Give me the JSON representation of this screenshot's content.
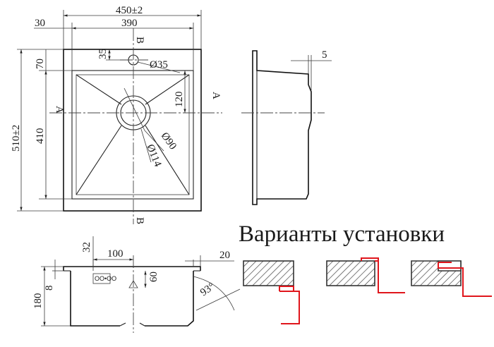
{
  "plan_view": {
    "dim_overall_width": "450±2",
    "dim_bowl_width": "390",
    "dim_flange_left": "30",
    "dim_tap_offset": "35",
    "dim_tap_hole": "Ø35",
    "dim_top_flange": "70",
    "dim_overall_depth": "510±2",
    "dim_bowl_depth": "410",
    "dim_drain_offset": "120",
    "dim_drain_inner": "Ø90",
    "dim_drain_outer": "Ø114",
    "section_mark": "B",
    "section_mark_side": "A"
  },
  "side_view": {
    "dim_rim": "5"
  },
  "section_view": {
    "dim_32": "32",
    "dim_100": "100",
    "dim_20": "20",
    "dim_180": "180",
    "dim_8": "8",
    "dim_60": "60",
    "dim_angle": "93°"
  },
  "install": {
    "title": "Варианты установки"
  }
}
